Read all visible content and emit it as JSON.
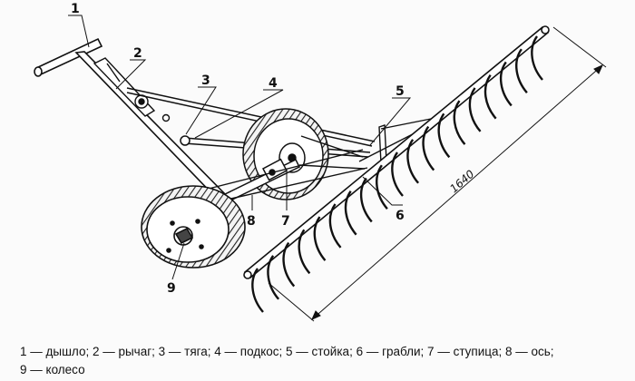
{
  "callouts": {
    "c1": "1",
    "c2": "2",
    "c3": "3",
    "c4": "4",
    "c5": "5",
    "c6": "6",
    "c7": "7",
    "c8": "8",
    "c9": "9"
  },
  "dimension_label": "1640",
  "caption": {
    "line1": "1 — дышло; 2 — рычаг; 3 — тяга; 4 — подкос; 5 — стойка; 6 — грабли; 7 — ступица; 8 — ось;",
    "line2": "9 — колесо"
  }
}
